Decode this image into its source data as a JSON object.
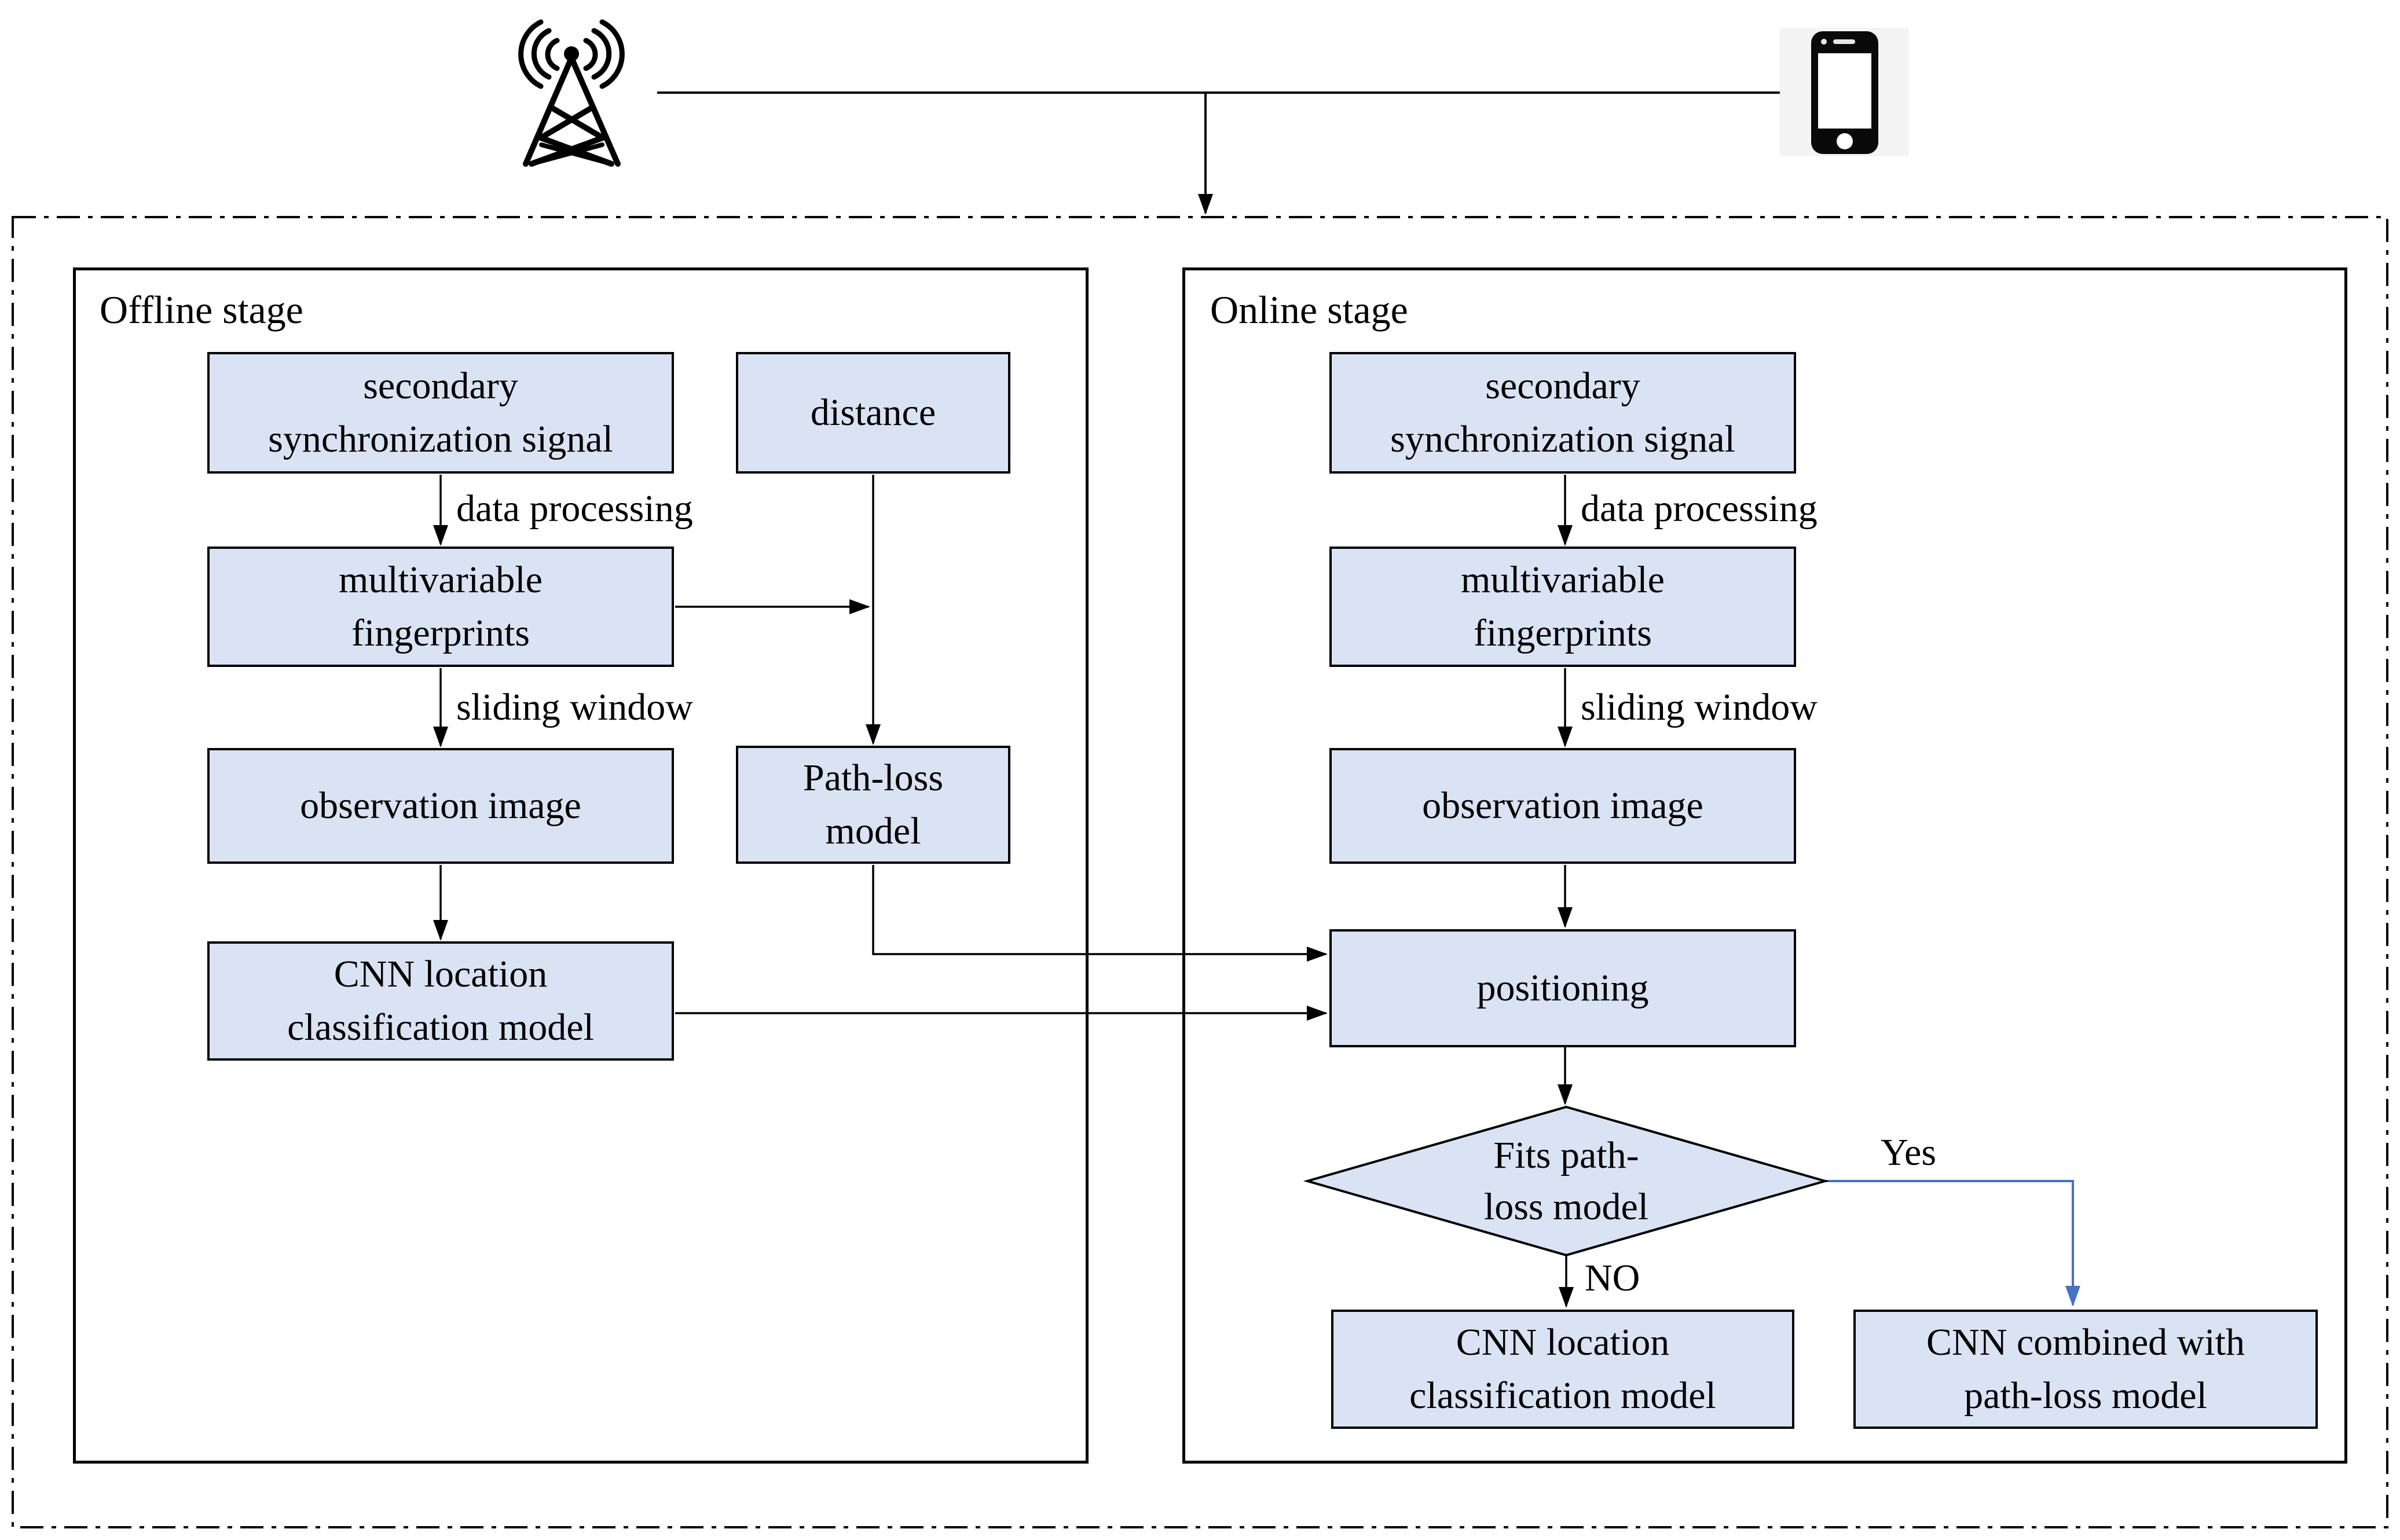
{
  "colors": {
    "box_fill": "#dae3f3",
    "outline": "#000000",
    "yes_arrow": "#4472c4",
    "phone_bg": "#f4f4f4",
    "page_bg": "#ffffff"
  },
  "icons": {
    "antenna": "cell-tower-antenna",
    "phone": "smartphone"
  },
  "offline": {
    "title": "Offline stage",
    "sss": "secondary\nsynchronization signal",
    "distance": "distance",
    "data_processing": "data processing",
    "multivariable": "multivariable\nfingerprints",
    "sliding_window": "sliding window",
    "observation": "observation image",
    "pathloss": "Path-loss\nmodel",
    "cnn": "CNN location\nclassification model"
  },
  "online": {
    "title": "Online stage",
    "sss": "secondary\nsynchronization signal",
    "data_processing": "data processing",
    "multivariable": "multivariable\nfingerprints",
    "sliding_window": "sliding window",
    "observation": "observation image",
    "positioning": "positioning",
    "decision": "Fits path-\nloss model",
    "yes": "Yes",
    "no": "NO",
    "cnn": "CNN location\nclassification model",
    "combined": "CNN combined with\npath-loss model"
  }
}
